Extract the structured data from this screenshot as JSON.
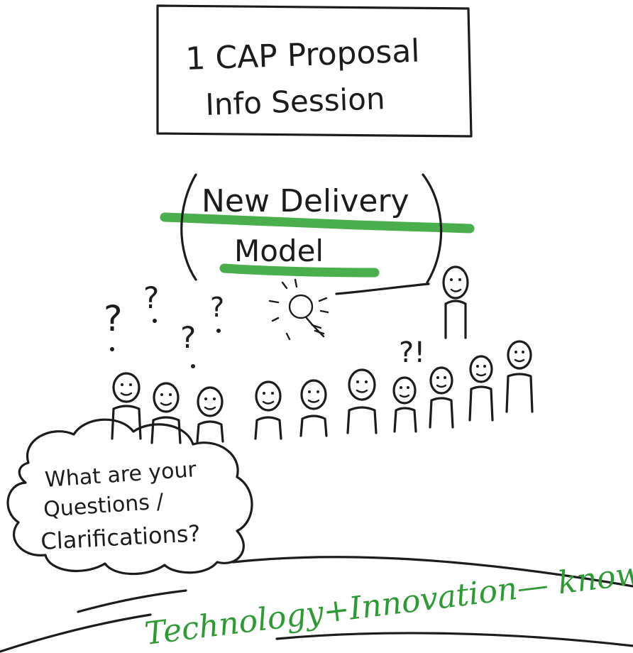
{
  "title_box": {
    "line1": "1 CAP Proposal",
    "line2": "Info Session"
  },
  "speech_bubble": {
    "line1": "New Delivery",
    "line2": "Model"
  },
  "question_marks": [
    "?",
    "?",
    "?",
    "?",
    "?!"
  ],
  "thought_cloud": {
    "line1": "What are your",
    "line2": "Questions /",
    "line3": "Clarifications?"
  },
  "banner": {
    "text": "Technology+Innovation— knowledge"
  },
  "colors": {
    "ink": "#1c1c1c",
    "highlight_green": "#3aa83e",
    "green_text": "#2e9a34",
    "background": "#ffffff"
  }
}
